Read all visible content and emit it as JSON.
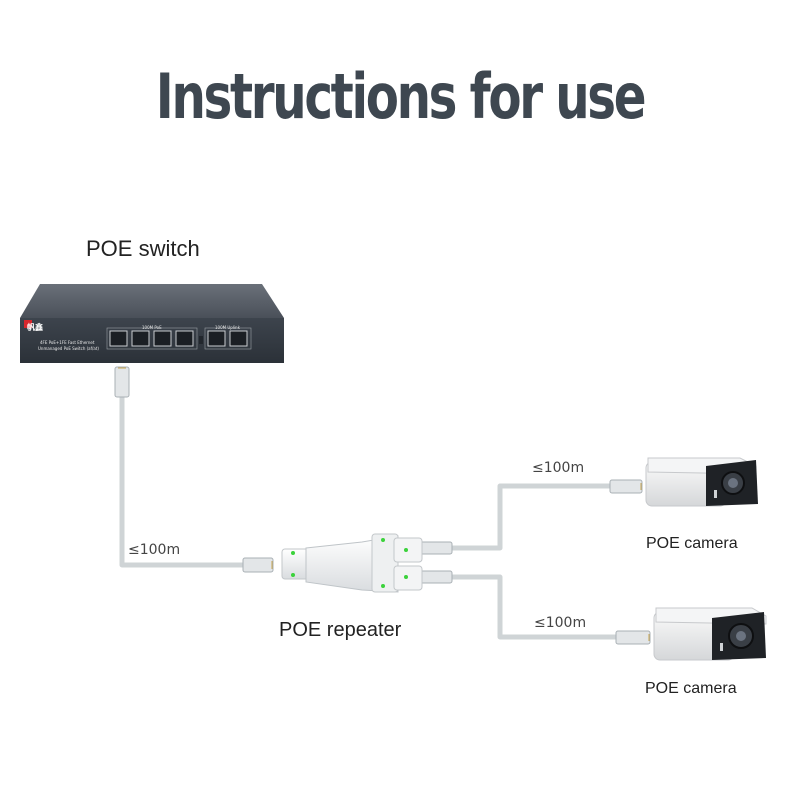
{
  "title": "Instructions for use",
  "labels": {
    "switch": "POE switch",
    "repeater": "POE repeater",
    "camera_1": "POE camera",
    "camera_2": "POE camera"
  },
  "distances": {
    "switch_to_repeater": "≤100m",
    "repeater_to_camera_1": "≤100m",
    "repeater_to_camera_2": "≤100m"
  },
  "switch_panel": {
    "brand": "帆鑫",
    "model_line1": "4FE PoE+1FE Fast Ethernet",
    "model_line2": "Unmanaged PoE Switch (af/at)",
    "poe_group": "100M PoE",
    "uplink_group": "100M Uplink"
  },
  "colors": {
    "title": "#3e4750",
    "switch_body": "#3a414a",
    "cable": "#d8dcdd",
    "led_green": "#3bd23b"
  }
}
